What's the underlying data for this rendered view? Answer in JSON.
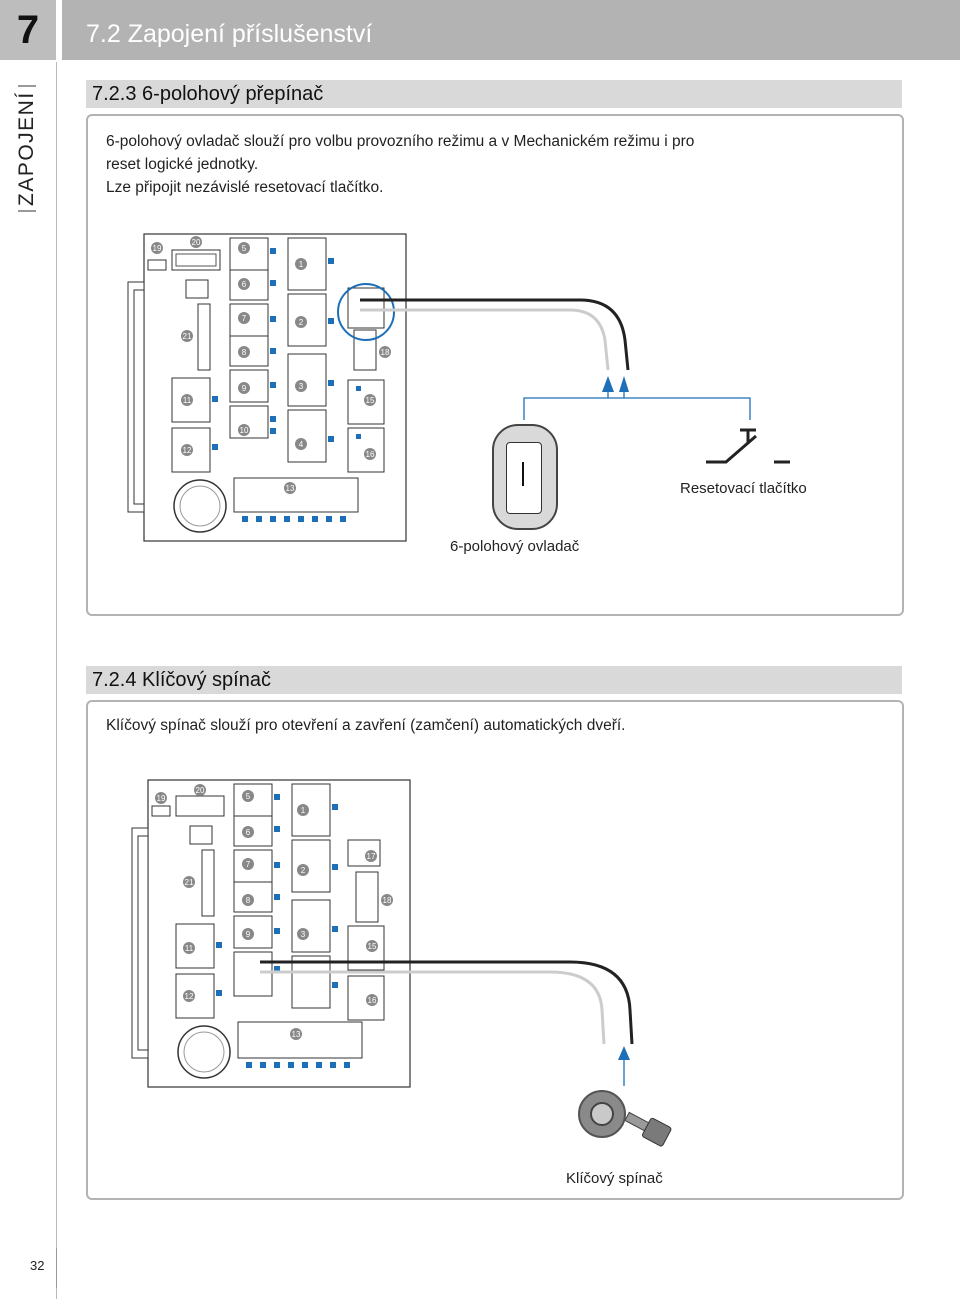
{
  "chapter": {
    "number": "7",
    "title": "7.2 Zapojení příslušenství"
  },
  "side_tab": "ZAPOJENÍ",
  "page_number": "32",
  "section1": {
    "heading": "7.2.3  6-polohový přepínač",
    "lines": [
      "6-polohový ovladač slouží pro volbu provozního režimu a v Mechanickém režimu i pro",
      "reset logické jednotky.",
      "Lze připojit nezávislé resetovací tlačítko."
    ],
    "caption_reset": "Resetovací tlačítko",
    "caption_selector": "6-polohový ovladač"
  },
  "section2": {
    "heading": "7.2.4 Klíčový spínač",
    "line": "Klíčový spínač slouží pro otevření a zavření (zamčení) automatických dveří.",
    "caption_key": "Klíčový spínač"
  },
  "board_labels": {
    "b19": "19",
    "b20": "20",
    "b5": "5",
    "b1": "1",
    "b6": "6",
    "b7": "7",
    "b2": "2",
    "b21": "21",
    "b8": "8",
    "b18": "18",
    "b9": "9",
    "b3": "3",
    "b11": "11",
    "b15": "15",
    "b10": "10",
    "b4": "4",
    "b12": "12",
    "b16": "16",
    "b13": "13",
    "b17": "17"
  }
}
